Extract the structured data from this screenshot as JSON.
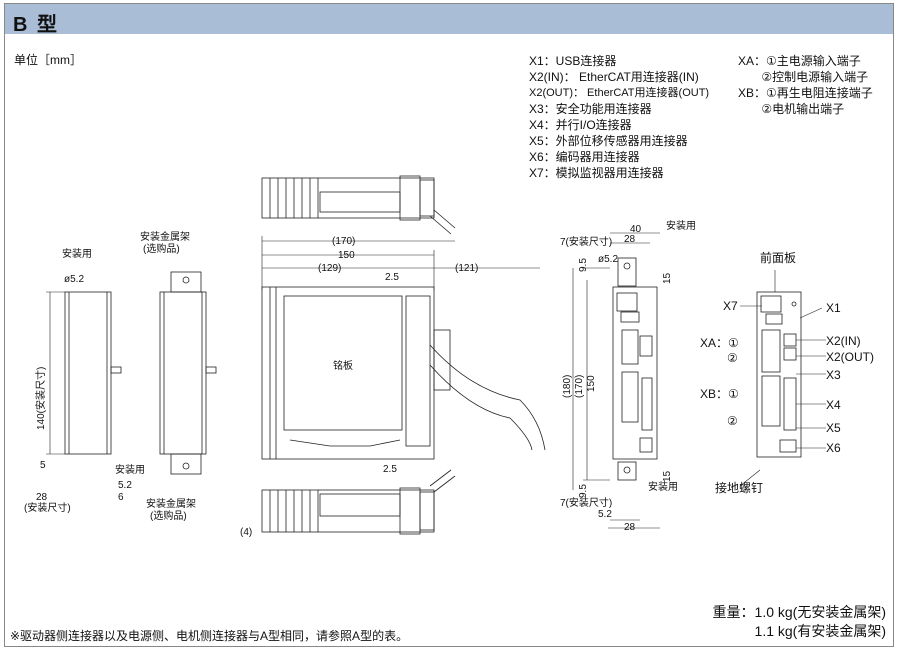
{
  "header": {
    "title": "B 型"
  },
  "unit_label": "单位［mm］",
  "legend_x": [
    "X1：USB连接器",
    "X2(IN)：  EtherCAT用连接器(IN)",
    "X2(OUT)：  EtherCAT用连接器(OUT)",
    "X3：安全功能用连接器",
    "X4：并行I/O连接器",
    "X5：外部位移传感器用连接器",
    "X6：编码器用连接器",
    "X7：模拟监视器用连接器"
  ],
  "legend_terminal": [
    "XA：①主电源输入端子",
    "       ②控制电源输入端子",
    "XB：①再生电阻连接端子",
    "       ②电机输出端子"
  ],
  "weight": {
    "line1": "重量：1.0 kg(无安装金属架)",
    "line2": "1.1 kg(有安装金属架)"
  },
  "note": "※驱动器侧连接器以及电源侧、电机侧连接器与A型相同，请参照A型的表。",
  "labels": {
    "mount_use": "安装用",
    "mount_bracket": "安装金属架",
    "optional": "(选购品)",
    "phi52": "ø5.2",
    "dim_140": "140(安装尺寸)",
    "dim_5": "5",
    "dim_28": "28",
    "mount_dim": "(安装尺寸)",
    "dim_52": "5.2",
    "dim_6": "6",
    "dim_170p": "(170)",
    "dim_150": "150",
    "dim_129p": "(129)",
    "dim_121p": "(121)",
    "dim_25": "2.5",
    "dim_4p": "(4)",
    "nameplate": "铭板",
    "dim_40": "40",
    "dim_7": "7(安装尺寸)",
    "dim_95": "9.5",
    "dim_15": "15",
    "dim_180p": "(180)",
    "dim_170b": "(170)",
    "dim_150b": "150",
    "front_panel": "前面板",
    "x7": "X7",
    "x1": "X1",
    "xa1": "XA：①",
    "xa2": "②",
    "x2in": "X2(IN)",
    "x2out": "X2(OUT)",
    "x3": "X3",
    "xb1": "XB：①",
    "xb2": "②",
    "x4": "X4",
    "x5": "X5",
    "x6": "X6",
    "ground_screw": "接地螺钉"
  }
}
